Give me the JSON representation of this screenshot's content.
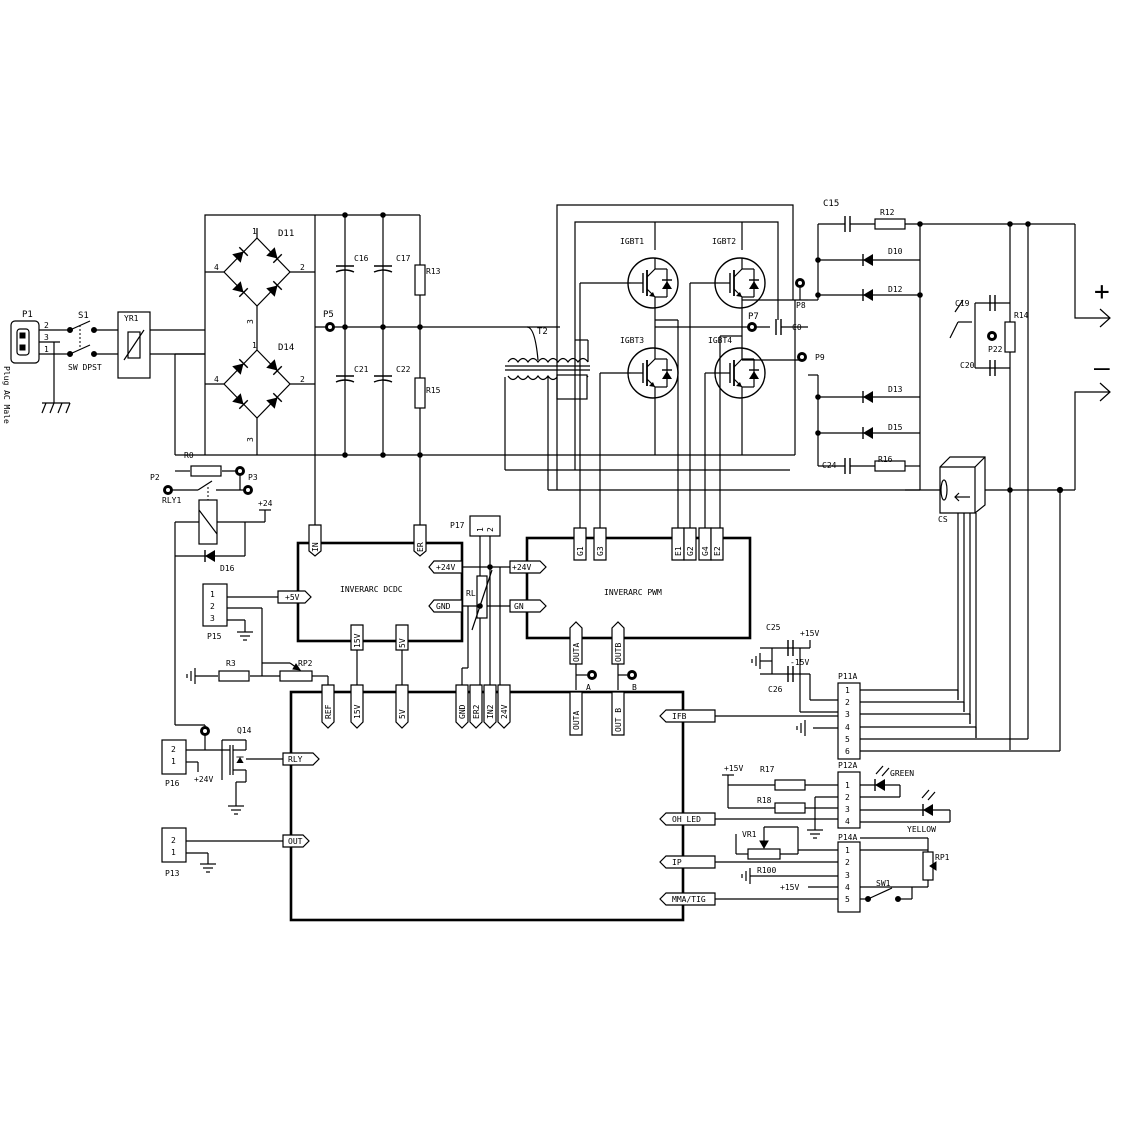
{
  "power": {
    "plug_ref": "P1",
    "plug_name": "Plug AC Male",
    "plug_pins": [
      "2",
      "3",
      "1"
    ],
    "switch_ref": "S1",
    "switch_name": "SW DPST",
    "varistor_ref": "YR1",
    "bridge_top_ref": "D11",
    "bridge_bot_ref": "D14",
    "bridge_pins": [
      "1",
      "2",
      "3",
      "4"
    ],
    "r0_ref": "R0",
    "p2_ref": "P2",
    "p3_ref": "P3",
    "rly_ref": "RLY1",
    "plus24": "+24",
    "d16_ref": "D16"
  },
  "bus": {
    "p5": "P5",
    "caps": [
      "C16",
      "C17",
      "C21",
      "C22"
    ],
    "resistors": [
      "R13",
      "R15"
    ]
  },
  "inverter": {
    "t2": "T2",
    "igbts": [
      "IGBT1",
      "IGBT2",
      "IGBT3",
      "IGBT4"
    ],
    "p7": "P7",
    "c0": "C0",
    "p8": "P8",
    "p9": "P9"
  },
  "output": {
    "c15": "C15",
    "r12": "R12",
    "diodes": [
      "D10",
      "D12",
      "D13",
      "D15"
    ],
    "c24": "C24",
    "r16": "R16",
    "c19": "C19",
    "c20": "C20",
    "p22": "P22",
    "r14": "R14",
    "cs": "CS",
    "plus": "+",
    "minus": "—"
  },
  "dcdc": {
    "name": "INVERARC DCDC",
    "top_pins": [
      "IN",
      "ER"
    ],
    "right_pins": [
      "+24V",
      "GND"
    ],
    "bottom_pins": [
      "15V",
      "5V"
    ]
  },
  "pwm": {
    "name": "INVERARC PWM",
    "top_pins": [
      "G1",
      "G3",
      "E1",
      "G2",
      "G4",
      "E2"
    ],
    "left_pins": [
      "+24V",
      "GN"
    ],
    "bottom_pins": [
      "OUTA",
      "OUTB"
    ],
    "test_a": "A",
    "test_b": "B"
  },
  "p17": {
    "ref": "P17",
    "pins": [
      "1",
      "2"
    ],
    "rl": "RL"
  },
  "main": {
    "top_pins": [
      "REF",
      "15V",
      "5V",
      "GND",
      "ER2",
      "IN2",
      "24V",
      "OUTA",
      "OUT B"
    ],
    "left_pins": [
      "RLY",
      "OUT"
    ],
    "right_pins": [
      "IFB",
      "OH LED",
      "IP",
      "MMA/TIG"
    ]
  },
  "left_io": {
    "p15": "P15",
    "p15_pins": [
      "1",
      "2",
      "3"
    ],
    "plus5v": "+5V",
    "r3": "R3",
    "rp2": "RP2",
    "q14": "Q14",
    "p16": "P16",
    "p16_pins": [
      "2",
      "1"
    ],
    "plus24v": "+24V",
    "p13": "P13",
    "p13_pins": [
      "2",
      "1"
    ]
  },
  "right_io": {
    "c25": "C25",
    "c26": "C26",
    "plus15v": "+15V",
    "minus15v": "-15V",
    "p11a": "P11A",
    "p11a_pins": [
      "1",
      "2",
      "3",
      "4",
      "5",
      "6"
    ],
    "p12a": "P12A",
    "p12a_pins": [
      "1",
      "2",
      "3",
      "4"
    ],
    "r17": "R17",
    "r18": "R18",
    "green": "GREEN",
    "yellow": "YELLOW",
    "vr1": "VR1",
    "p14a": "P14A",
    "p14a_pins": [
      "1",
      "2",
      "3",
      "4",
      "5"
    ],
    "r100": "R100",
    "rp1": "RP1",
    "sw1": "SW1"
  }
}
